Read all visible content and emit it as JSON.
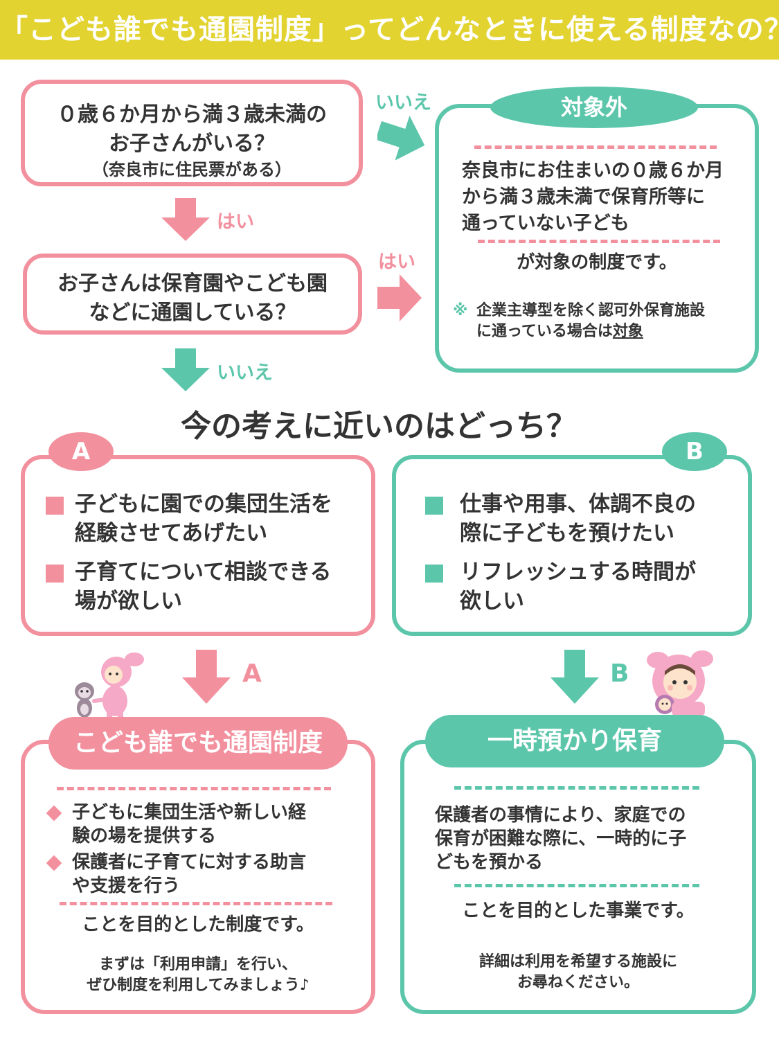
{
  "header": {
    "title": "「こども誰でも通園制度」ってどんなときに使える制度なの？"
  },
  "q1": {
    "line1": "０歳６か月から満３歳未満の",
    "line2": "お子さんがいる？",
    "sub": "（奈良市に住民票がある）"
  },
  "q2": {
    "line1": "お子さんは保育園やこども園",
    "line2": "などに通園している？"
  },
  "arrows": {
    "q1_no": "いいえ",
    "q1_yes": "はい",
    "q2_yes": "はい",
    "q2_no": "いいえ",
    "to_a": "A",
    "to_b": "B"
  },
  "excluded": {
    "title": "対象外",
    "line1": "奈良市にお住まいの０歳６か月",
    "line2": "から満３歳未満で保育所等に",
    "line3": "通っていない子ども",
    "suffix": "が対象の制度です。",
    "note_mark": "※",
    "note_line1": "企業主導型を除く認可外保育施設",
    "note_line2_pre": "に通っている場合は",
    "note_line2_em": "対象"
  },
  "question": "今の考えに近いのはどっち？",
  "option_a": {
    "badge": "A",
    "items": [
      {
        "line1": "子どもに園での集団生活を",
        "line2": "経験させてあげたい"
      },
      {
        "line1": "子育てについて相談できる",
        "line2": "場が欲しい"
      }
    ]
  },
  "option_b": {
    "badge": "B",
    "items": [
      {
        "line1": "仕事や用事、体調不良の",
        "line2": "際に子どもを預けたい"
      },
      {
        "line1": "リフレッシュする時間が",
        "line2": "欲しい"
      }
    ]
  },
  "result_a": {
    "title": "こども誰でも通園制度",
    "items": [
      {
        "line1": "子どもに集団生活や新しい経",
        "line2": "験の場を提供する"
      },
      {
        "line1": "保護者に子育てに対する助言",
        "line2": "や支援を行う"
      }
    ],
    "suffix": "ことを目的とした制度です。",
    "note_line1": "まずは「利用申請」を行い、",
    "note_line2": "ぜひ制度を利用してみましょう♪"
  },
  "result_b": {
    "title": "一時預かり保育",
    "line1": "保護者の事情により、家庭での",
    "line2": "保育が困難な際に、一時的に子",
    "line3": "どもを預かる",
    "suffix": "ことを目的とした事業です。",
    "note_line1": "詳細は利用を希望する施設に",
    "note_line2": "お尋ねください。"
  },
  "colors": {
    "header": "#e2d331",
    "pink": "#f2909e",
    "green": "#5cc6ab",
    "text": "#333333"
  },
  "illustrations": [
    "monkey-and-child-illustration",
    "mother-and-baby-illustration"
  ]
}
